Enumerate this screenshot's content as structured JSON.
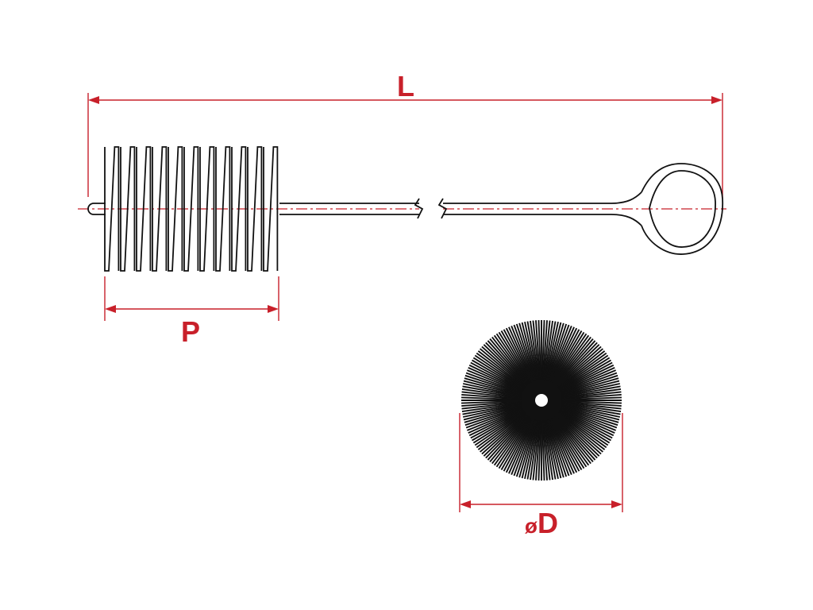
{
  "dimensions": {
    "length_label": "L",
    "brush_length_label": "P",
    "diameter_symbol": "ø",
    "diameter_label": "D"
  },
  "colors": {
    "dimension": "#c8202a",
    "drawing": "#111111",
    "background": "#ffffff"
  }
}
